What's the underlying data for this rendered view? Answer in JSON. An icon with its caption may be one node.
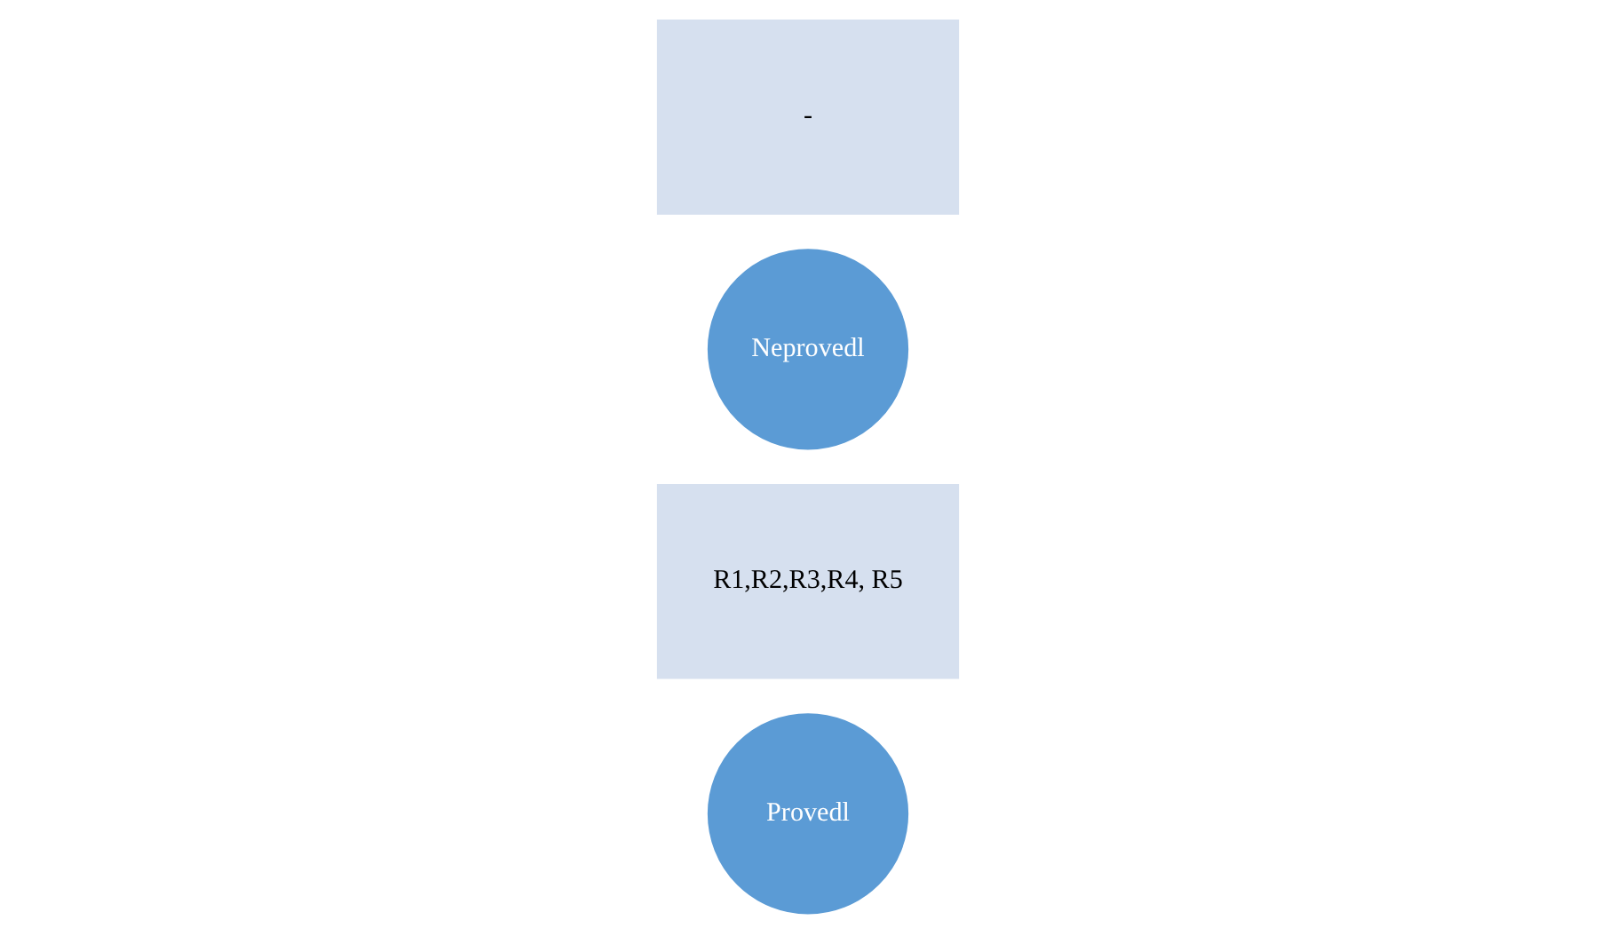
{
  "diagram": {
    "nodes": [
      {
        "text": [
          "Provedl"
        ]
      },
      {
        "text": [
          "R1,R2,R3,R4, R5"
        ]
      },
      {
        "text": [
          "Neprovedl"
        ]
      },
      {
        "text": [
          "-"
        ]
      }
    ],
    "edges": []
  }
}
